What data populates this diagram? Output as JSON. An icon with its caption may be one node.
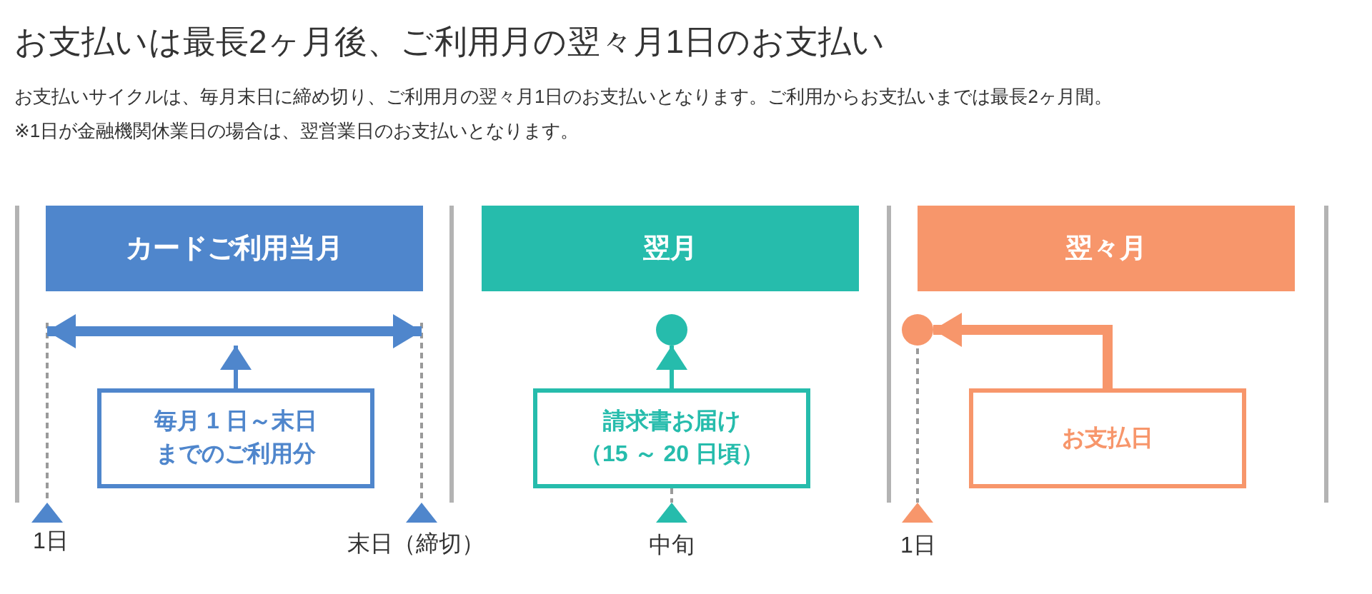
{
  "diagram": {
    "title": "お支払いは最長2ヶ月後、ご利用月の翌々月1日のお支払い",
    "nodes": [
      {
        "text": [
          "カードご利用当月"
        ]
      },
      {
        "text": [
          "毎月 1 日～末日までのご利用分"
        ]
      },
      {
        "text": [
          "翌月"
        ]
      },
      {
        "text": [],
        "shape": "circle"
      },
      {
        "text": [
          "請求書お届け（15 ～ 20 日頃）"
        ]
      },
      {
        "text": [
          "翌々月"
        ]
      },
      {
        "text": [],
        "shape": "circle"
      },
      {
        "text": [
          "お支払日"
        ]
      }
    ],
    "edges": [
      {
        "from": 1,
        "to": null,
        "arrow": "to",
        "color": "#4f86cc"
      },
      {
        "from": 4,
        "to": 3,
        "arrow": "to",
        "color": "#26bcac"
      },
      {
        "from": 7,
        "to": 6,
        "arrow": "to",
        "style": "thick",
        "color": "#f7966b"
      }
    ],
    "labels": [
      "お支払いサイクルは、毎月末日に締め切り、ご利用月の翌々月1日のお支払いとなります。ご利用からお支払いまでは最長2ヶ月間。",
      "※1日が金融機関休業日の場合は、翌営業日のお支払いとなります。",
      "1日",
      "末日（締切）",
      "中旬",
      "1日"
    ]
  }
}
